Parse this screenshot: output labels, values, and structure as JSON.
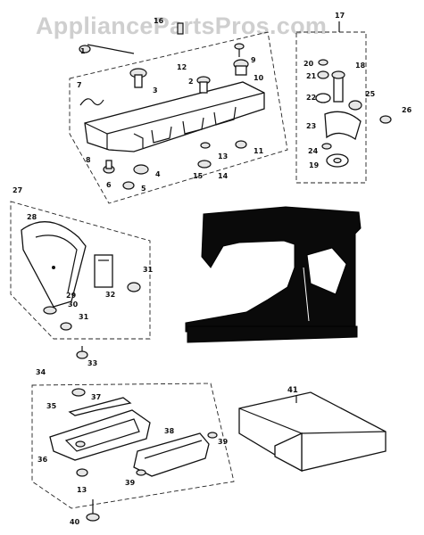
{
  "watermark": "AppliancePartsPros.com",
  "callouts": {
    "c1": "1",
    "c2": "2",
    "c3": "3",
    "c4": "4",
    "c5": "5",
    "c6": "6",
    "c7": "7",
    "c8": "8",
    "c9": "9",
    "c10": "10",
    "c11": "11",
    "c12": "12",
    "c13": "13",
    "c14": "14",
    "c15": "15",
    "c16": "16",
    "c17": "17",
    "c18": "18",
    "c19": "19",
    "c20": "20",
    "c21": "21",
    "c22": "22",
    "c23": "23",
    "c24": "24",
    "c25": "25",
    "c26": "26",
    "c27": "27",
    "c28": "28",
    "c29": "29",
    "c30": "30",
    "c31": "31",
    "c32": "32",
    "c33": "33",
    "c34": "34",
    "c35": "35",
    "c36": "36",
    "c37": "37",
    "c38": "38",
    "c39": "39",
    "c40": "40",
    "c41": "41"
  },
  "colors": {
    "ink": "#111111",
    "watermark": "#cfcfcf",
    "background": "#ffffff"
  }
}
